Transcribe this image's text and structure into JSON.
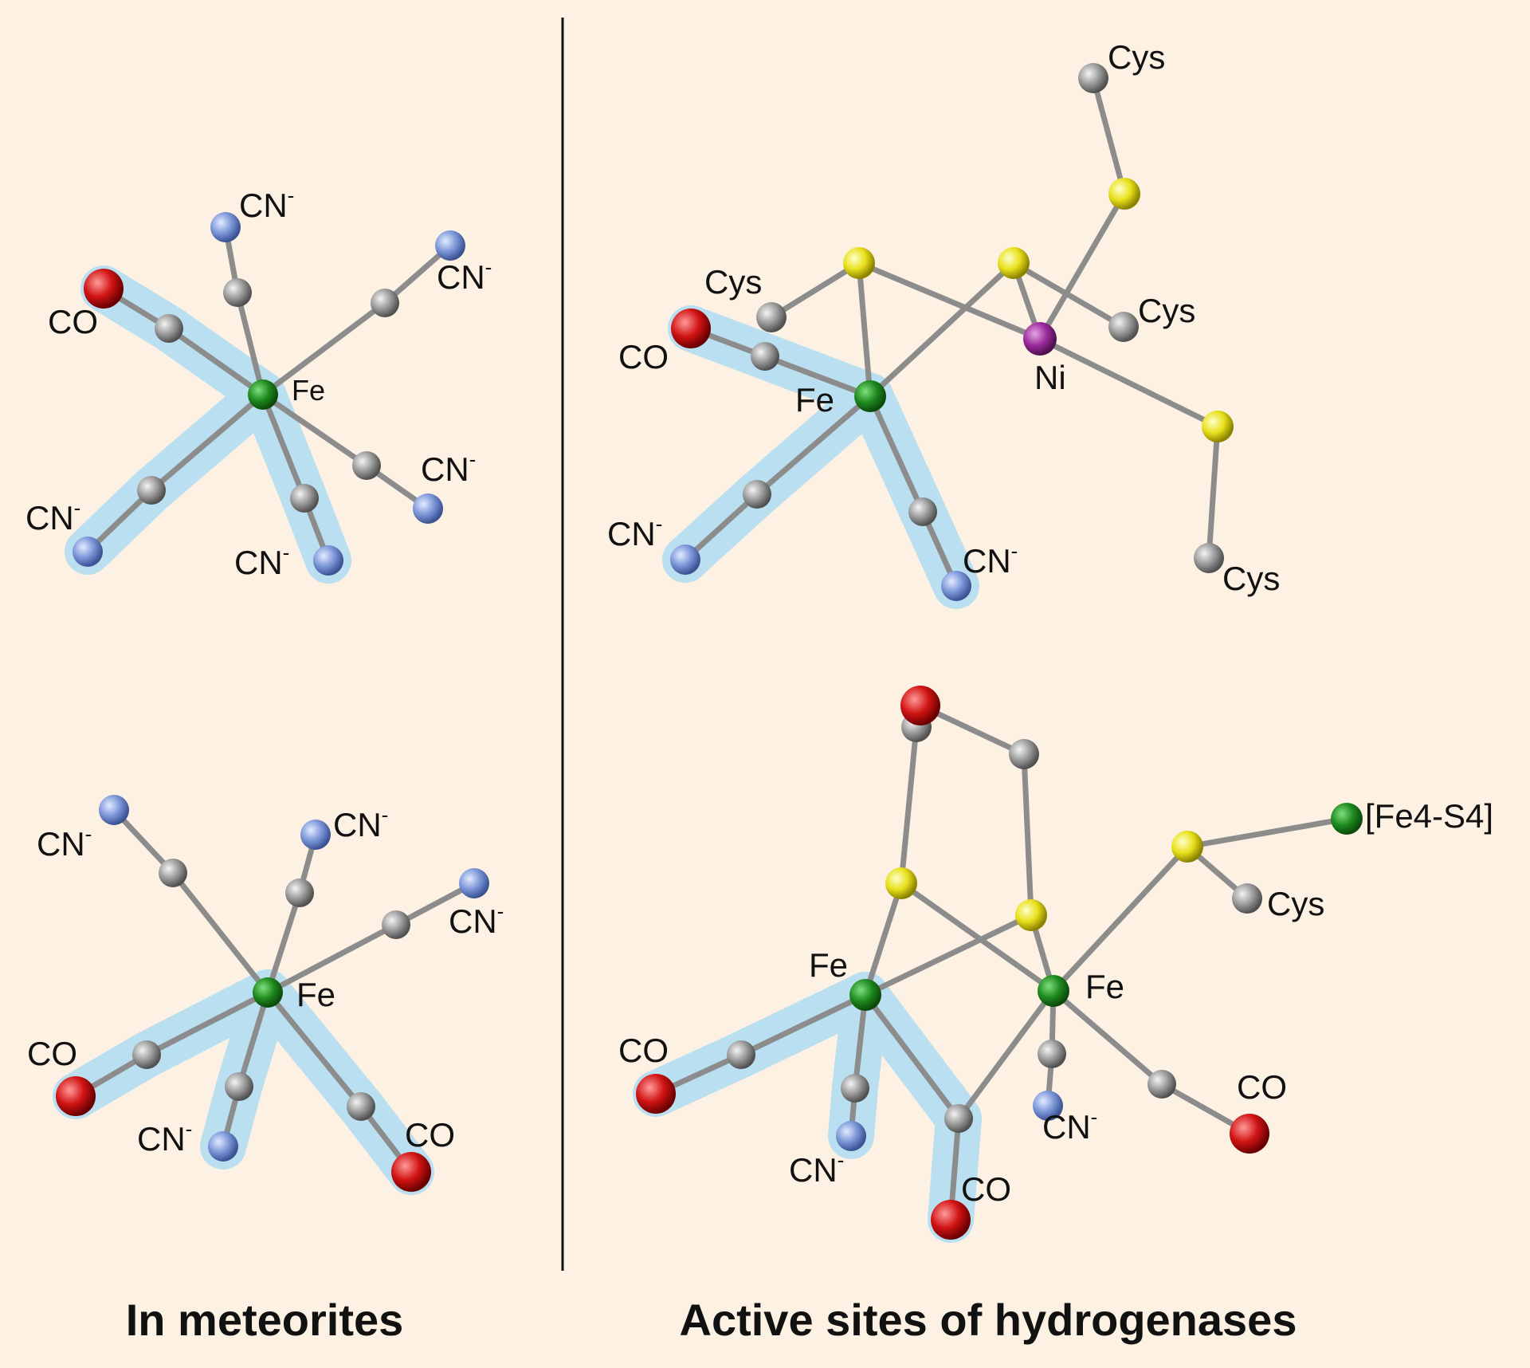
{
  "captions": {
    "left": "In meteorites",
    "right": "Active sites of hydrogenases"
  },
  "labels": {
    "fe": "Fe",
    "ni": "Ni",
    "co": "CO",
    "cn": "CN",
    "minus": "-",
    "cys": "Cys",
    "cluster": "[Fe4-S4]"
  },
  "colors": {
    "background": "#fdf1e3",
    "iron": "#1e8a1e",
    "nickel": "#9b2a9b",
    "carbon": "#8c8c8c",
    "nitrogen": "#7b96d8",
    "oxygen": "#d11414",
    "sulfur": "#e8e01a",
    "highlight": "#b9dff0"
  }
}
